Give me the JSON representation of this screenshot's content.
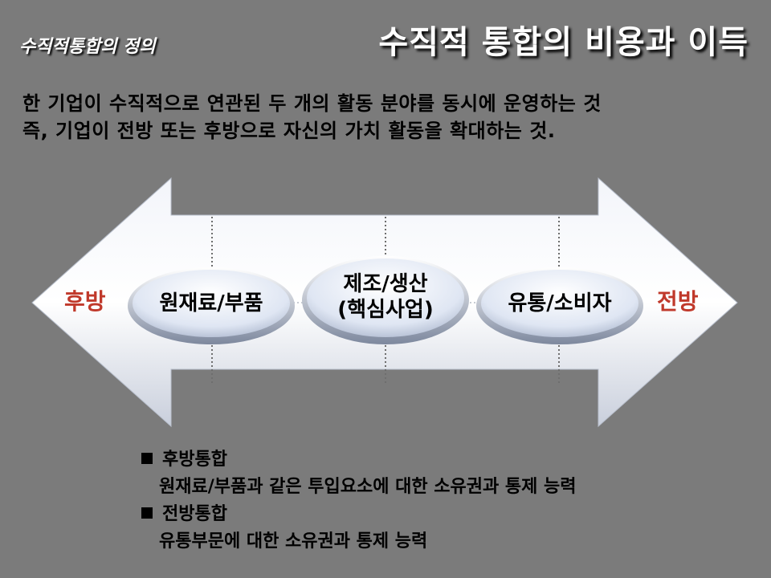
{
  "header": {
    "subtitle": "수직적통합의 정의",
    "title": "수직적 통합의  비용과 이득"
  },
  "definition": {
    "line1": "한 기업이 수직적으로 연관된 두 개의 활동 분야를 동시에 운영하는 것",
    "line2": "즉, 기업이 전방 또는 후방으로 자신의 가치 활동을 확대하는 것."
  },
  "diagram": {
    "left_label": "후방",
    "right_label": "전방",
    "stages": [
      {
        "line1": "원재료/부품",
        "line2": ""
      },
      {
        "line1": "제조/생산",
        "line2": "(핵심사업)"
      },
      {
        "line1": "유통/소비자",
        "line2": ""
      }
    ],
    "colors": {
      "direction_label": "#c0392b",
      "arrow": "#dde3ee",
      "ellipse": "#cfd8ea"
    }
  },
  "bullets": [
    {
      "title": "후방통합",
      "desc": "원재료/부품과 같은 투입요소에 대한 소유권과 통제 능력"
    },
    {
      "title": "전방통합",
      "desc": "유통부문에 대한 소유권과 통제 능력"
    }
  ]
}
